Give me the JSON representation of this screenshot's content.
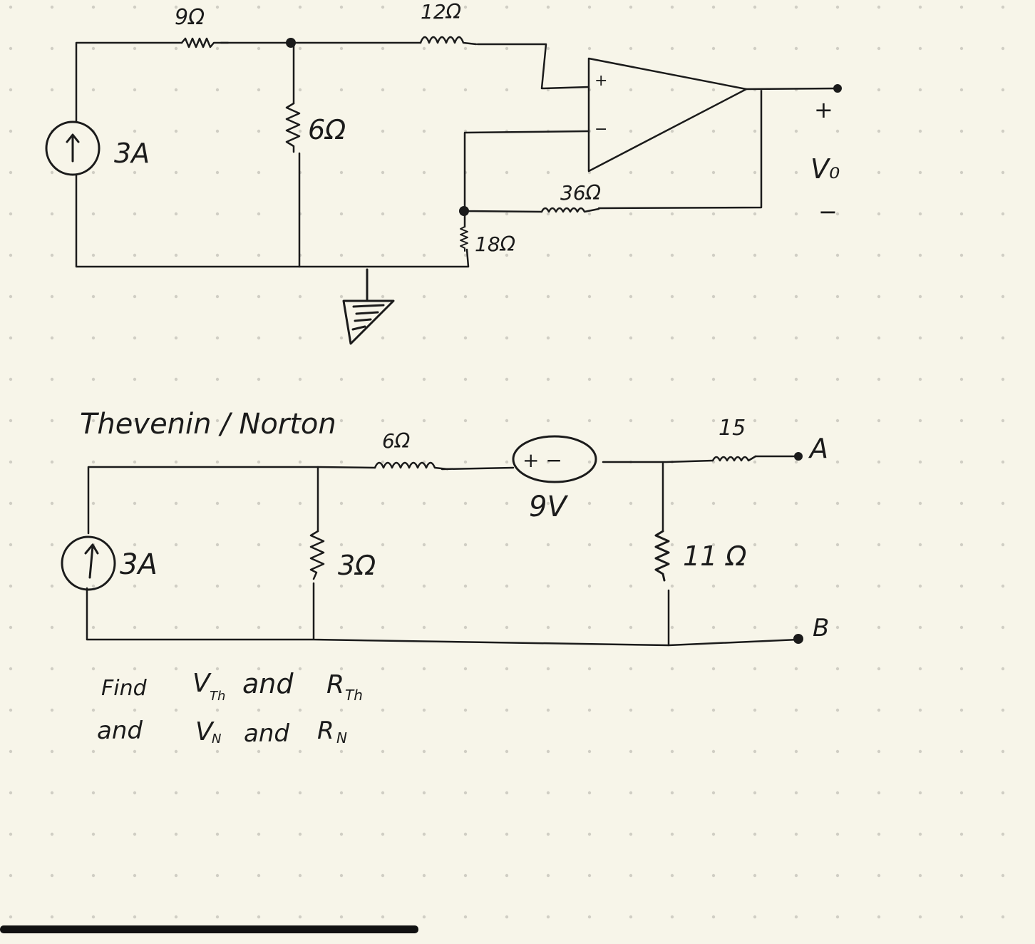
{
  "page": {
    "background": "#f7f5e9",
    "ink_color": "#1b1b1b",
    "grid_dot_color": "#d0cec4"
  },
  "circuit1": {
    "source_label": "3A",
    "r1_label": "9Ω",
    "r2_label": "6Ω",
    "r3_label": "12Ω",
    "r4_label": "36Ω",
    "r5_label": "18Ω",
    "opamp_plus": "+",
    "opamp_minus": "−",
    "vout_plus": "+",
    "vout_label": "V₀",
    "vout_minus": "−",
    "ground_icon": "ground-symbol"
  },
  "circuit2": {
    "title": "Thevenin / Norton",
    "source_label": "3A",
    "r_shunt_label": "3Ω",
    "r_series_label": "6Ω",
    "vsrc_polarity": "+ −",
    "vsrc_label": "9V",
    "r_shunt2_label": "11 Ω",
    "r_out_label": "15",
    "terminal_a": "A",
    "terminal_b": "B"
  },
  "question": {
    "line1_word": "Find",
    "line1_expr": "V",
    "line1_sub": "Th",
    "line1_and": "and",
    "line1_expr2": "R",
    "line1_sub2": "Th",
    "line2_word": "and",
    "line2_expr": "V",
    "line2_sub": "N",
    "line2_and": "and",
    "line2_expr2": "R",
    "line2_sub2": "N"
  }
}
